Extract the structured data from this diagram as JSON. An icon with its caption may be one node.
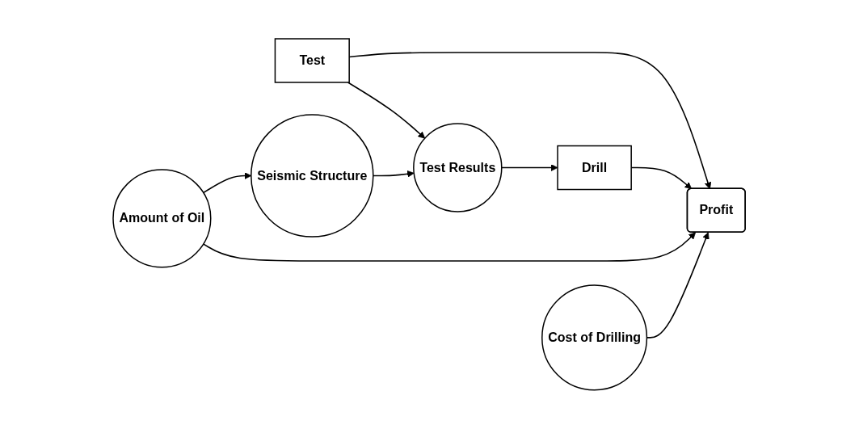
{
  "diagram": {
    "nodes": [
      {
        "text": [
          "Test"
        ]
      },
      {
        "text": [
          "Test Results"
        ]
      },
      {
        "text": [
          "Drill"
        ]
      },
      {
        "text": [
          "Profit"
        ]
      },
      {
        "text": [
          "Seismic Structure"
        ]
      },
      {
        "text": [
          "Amount of Oil"
        ]
      },
      {
        "text": [
          "Cost of Drilling"
        ]
      }
    ],
    "edges": [
      {
        "from": 0,
        "to": 3,
        "arrow": "to"
      },
      {
        "from": 0,
        "to": 1,
        "arrow": "to"
      },
      {
        "from": 1,
        "to": 2,
        "arrow": "to"
      },
      {
        "from": 2,
        "to": 3,
        "arrow": "to"
      },
      {
        "from": 4,
        "to": 1,
        "arrow": "to"
      },
      {
        "from": 5,
        "to": 3,
        "arrow": "to"
      },
      {
        "from": 5,
        "to": 4,
        "arrow": "to"
      },
      {
        "from": 6,
        "to": 3,
        "arrow": "to"
      }
    ]
  }
}
